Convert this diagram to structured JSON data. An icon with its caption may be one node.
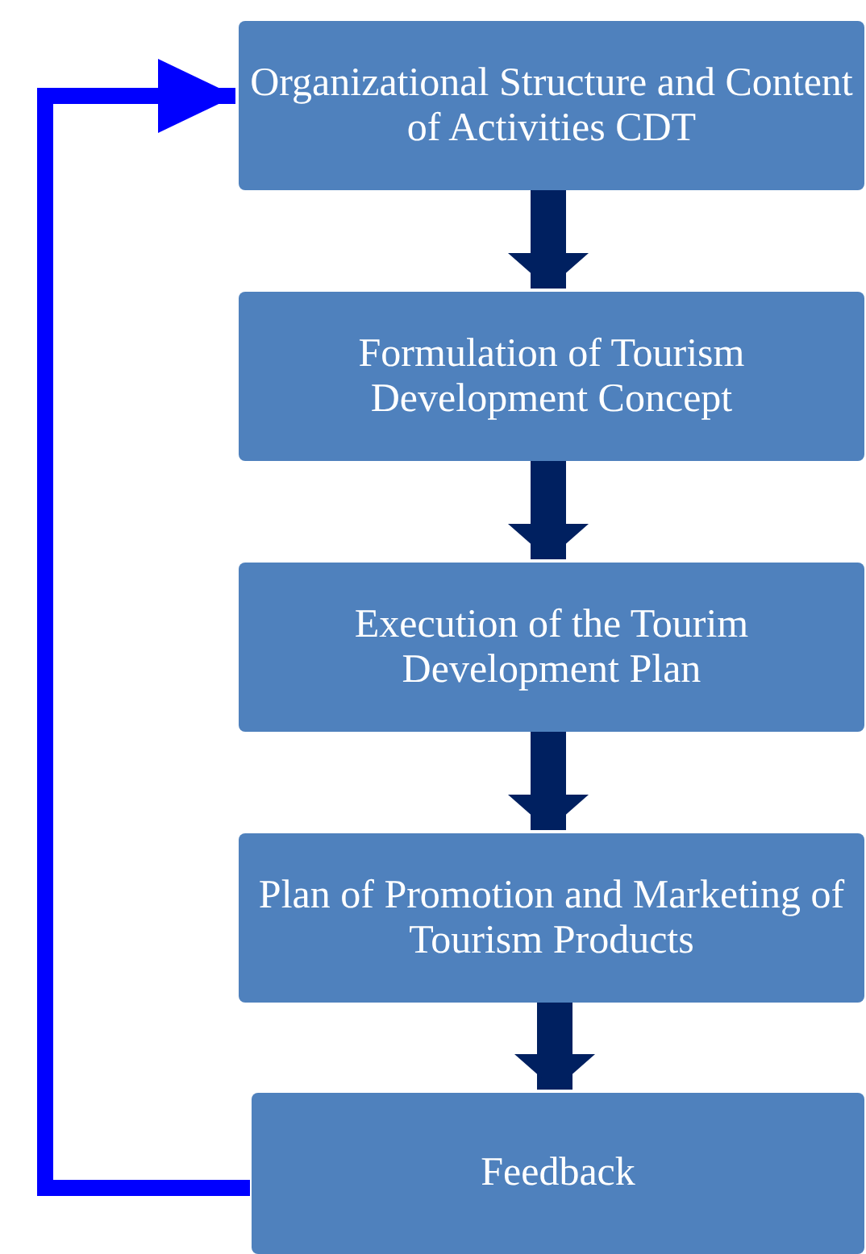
{
  "diagram": {
    "nodes": [
      {
        "text": [
          "Organizational Structure and Content of Activities CDT"
        ]
      },
      {
        "text": [
          "Formulation of Tourism Development Concept"
        ]
      },
      {
        "text": [
          "Execution of the Tourim Development Plan"
        ]
      },
      {
        "text": [
          "Plan of Promotion and Marketing of Tourism Products"
        ]
      },
      {
        "text": [
          "Feedback"
        ]
      }
    ],
    "edges": [
      {
        "from": 0,
        "to": 1,
        "arrow": "to"
      },
      {
        "from": 1,
        "to": 2,
        "arrow": "to"
      },
      {
        "from": 2,
        "to": 3,
        "arrow": "to"
      },
      {
        "from": 3,
        "to": 4,
        "arrow": "to"
      },
      {
        "from": 4,
        "to": 0,
        "arrow": "to",
        "color": "#0000ff"
      }
    ]
  }
}
